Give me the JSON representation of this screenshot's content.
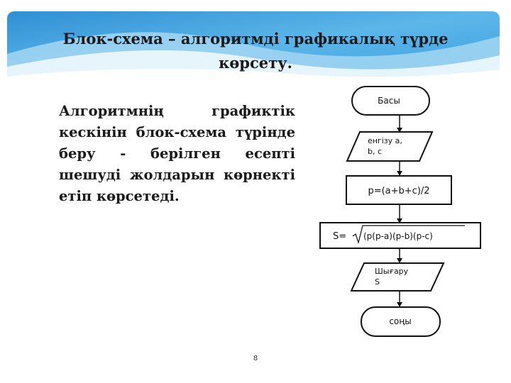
{
  "slide": {
    "title": "Блок-схема – алгоритмді графикалық түрде көрсету.",
    "body": "Алгоритмнің графиктік кескінін блок-схема түрінде беру - берілген есепті шешуді жолдарын көрнекті етіп көрсетеді.",
    "page_number": "8"
  },
  "flowchart": {
    "start": "Басы",
    "input_line1": "енгізу а,",
    "input_line2": "b, c",
    "compute_p": "p=(a+b+c)/2",
    "compute_s_prefix": "S=",
    "compute_s_radicand": "(p(p-a)(p-b)(p-c)",
    "output_line1": "Шығару",
    "output_line2": "S",
    "end": "соңы"
  },
  "colors": {
    "banner_light": "#cfeaf8",
    "banner_mid": "#5fb7e8",
    "banner_dark": "#2a86c9",
    "stroke": "#111111"
  }
}
